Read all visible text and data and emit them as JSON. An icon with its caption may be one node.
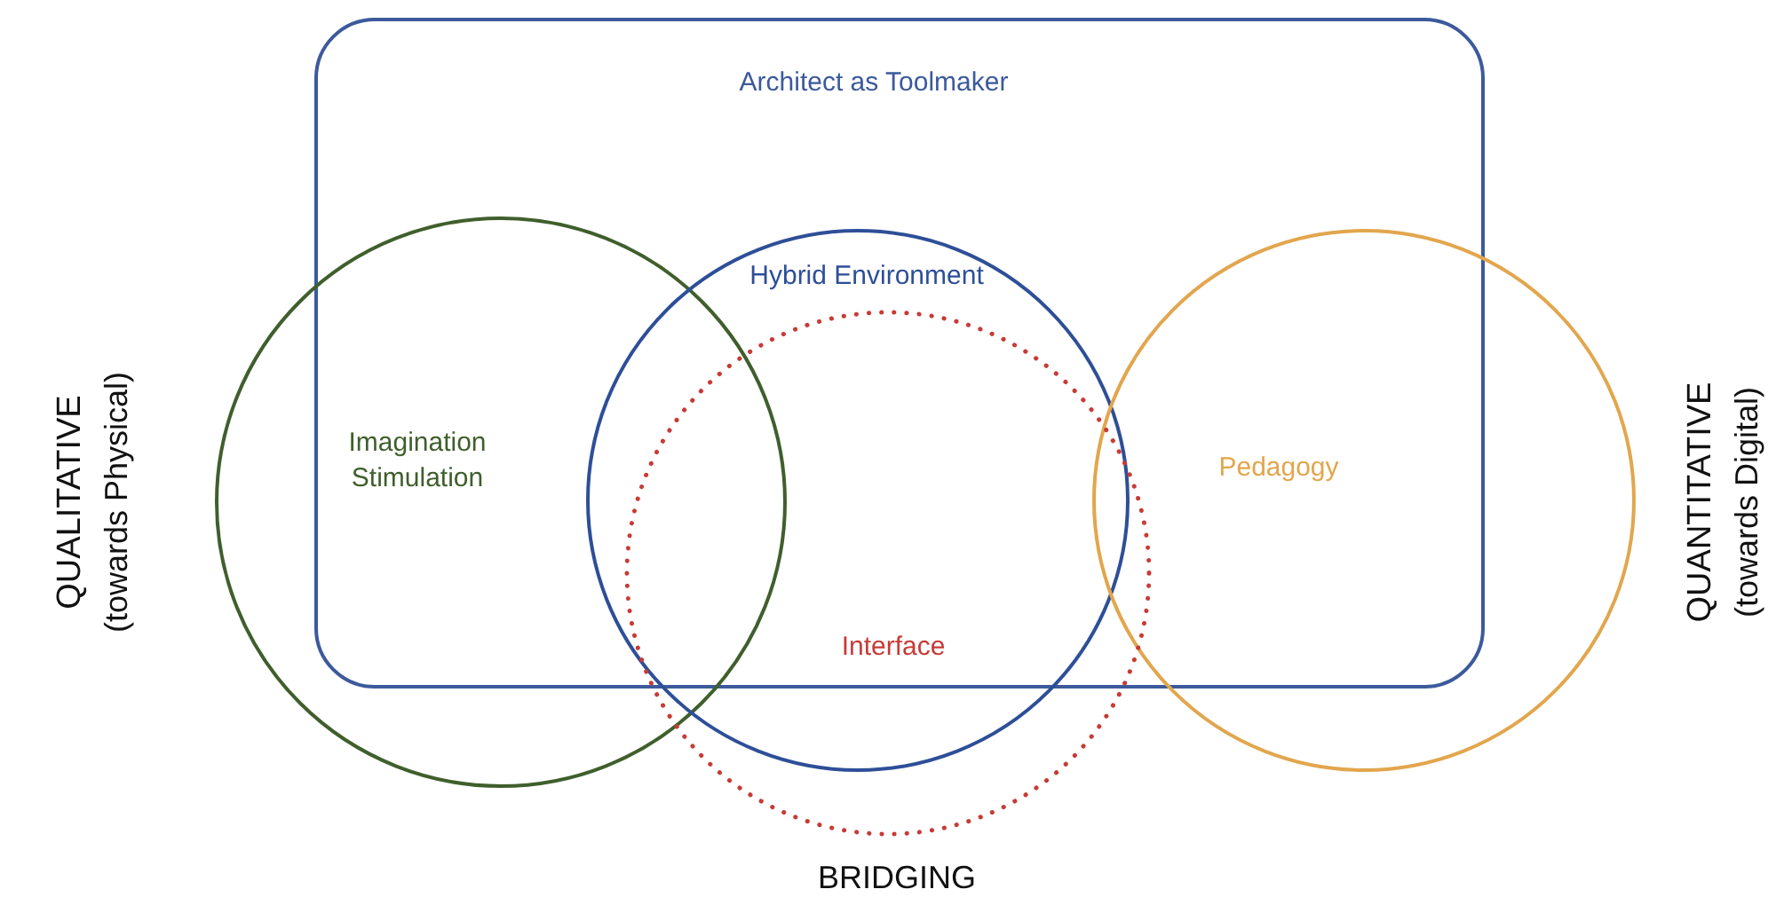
{
  "diagram": {
    "nodes": [
      {
        "text": [
          "Architect as Toolmaker"
        ]
      },
      {
        "text": [
          "Imagination Stimulation"
        ]
      },
      {
        "text": [
          "Hybrid Environment"
        ]
      },
      {
        "text": [
          "Pedagogy"
        ]
      },
      {
        "text": [
          "Interface"
        ]
      }
    ],
    "edges": [],
    "labels": [
      "QUALITATIVE",
      "(towards Physical)",
      "QUANTITATIVE",
      "(towards Digital)",
      "BRIDGING"
    ]
  }
}
